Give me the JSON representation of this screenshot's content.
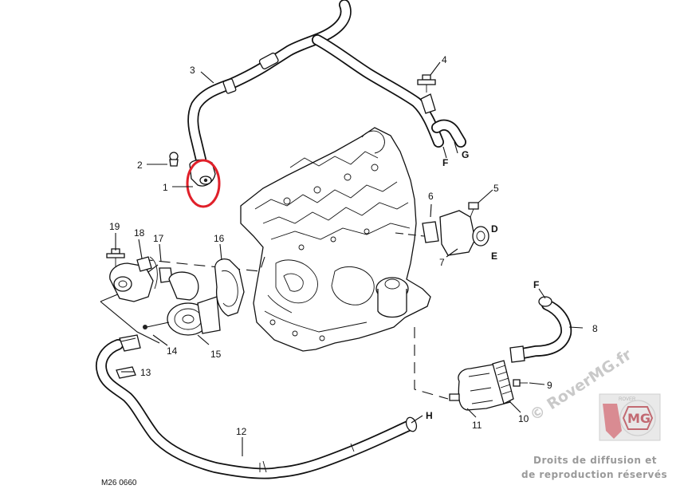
{
  "diagram": {
    "reference_code": "M26 0660",
    "callouts": {
      "c1": "1",
      "c2": "2",
      "c3": "3",
      "c4": "4",
      "c5": "5",
      "c6": "6",
      "c7": "7",
      "c8": "8",
      "c9": "9",
      "c10": "10",
      "c11": "11",
      "c12": "12",
      "c13": "13",
      "c14": "14",
      "c15": "15",
      "c16": "16",
      "c17": "17",
      "c18": "18",
      "c19": "19"
    },
    "connectors": {
      "D": "D",
      "E": "E",
      "F_top": "F",
      "G": "G",
      "F_right": "F",
      "H": "H"
    },
    "highlight": {
      "part": "1",
      "color": "#e0202a"
    }
  },
  "watermark": {
    "site": "© RoverMG.fr",
    "rights_line1": "Droits de diffusion et",
    "rights_line2": "de reproduction réservés",
    "logo_letters": "MG",
    "logo_caption": "ROVER"
  }
}
